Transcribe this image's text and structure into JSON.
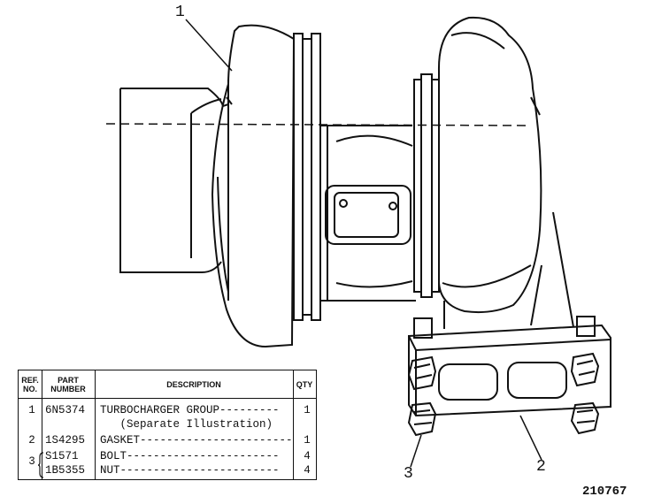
{
  "callouts": [
    "1",
    "2",
    "3"
  ],
  "table": {
    "headers": {
      "ref": "REF. NO.",
      "part": "PART NUMBER",
      "desc": "DESCRIPTION",
      "qty": "QTY"
    },
    "rows": [
      {
        "ref": "1",
        "part": "6N5374",
        "desc": "TURBOCHARGER GROUP---------",
        "qty": "1"
      },
      {
        "ref": "",
        "part": "",
        "desc": "   (Separate Illustration)",
        "qty": ""
      },
      {
        "ref": "2",
        "part": "1S4295",
        "desc": "GASKET-----------------------",
        "qty": "1"
      },
      {
        "ref": "3",
        "part": "S1571",
        "desc": "BOLT-----------------------",
        "qty": "4"
      },
      {
        "ref": "",
        "part": "1B5355",
        "desc": "NUT------------------------",
        "qty": "4"
      }
    ]
  },
  "drawing_number": "210767"
}
